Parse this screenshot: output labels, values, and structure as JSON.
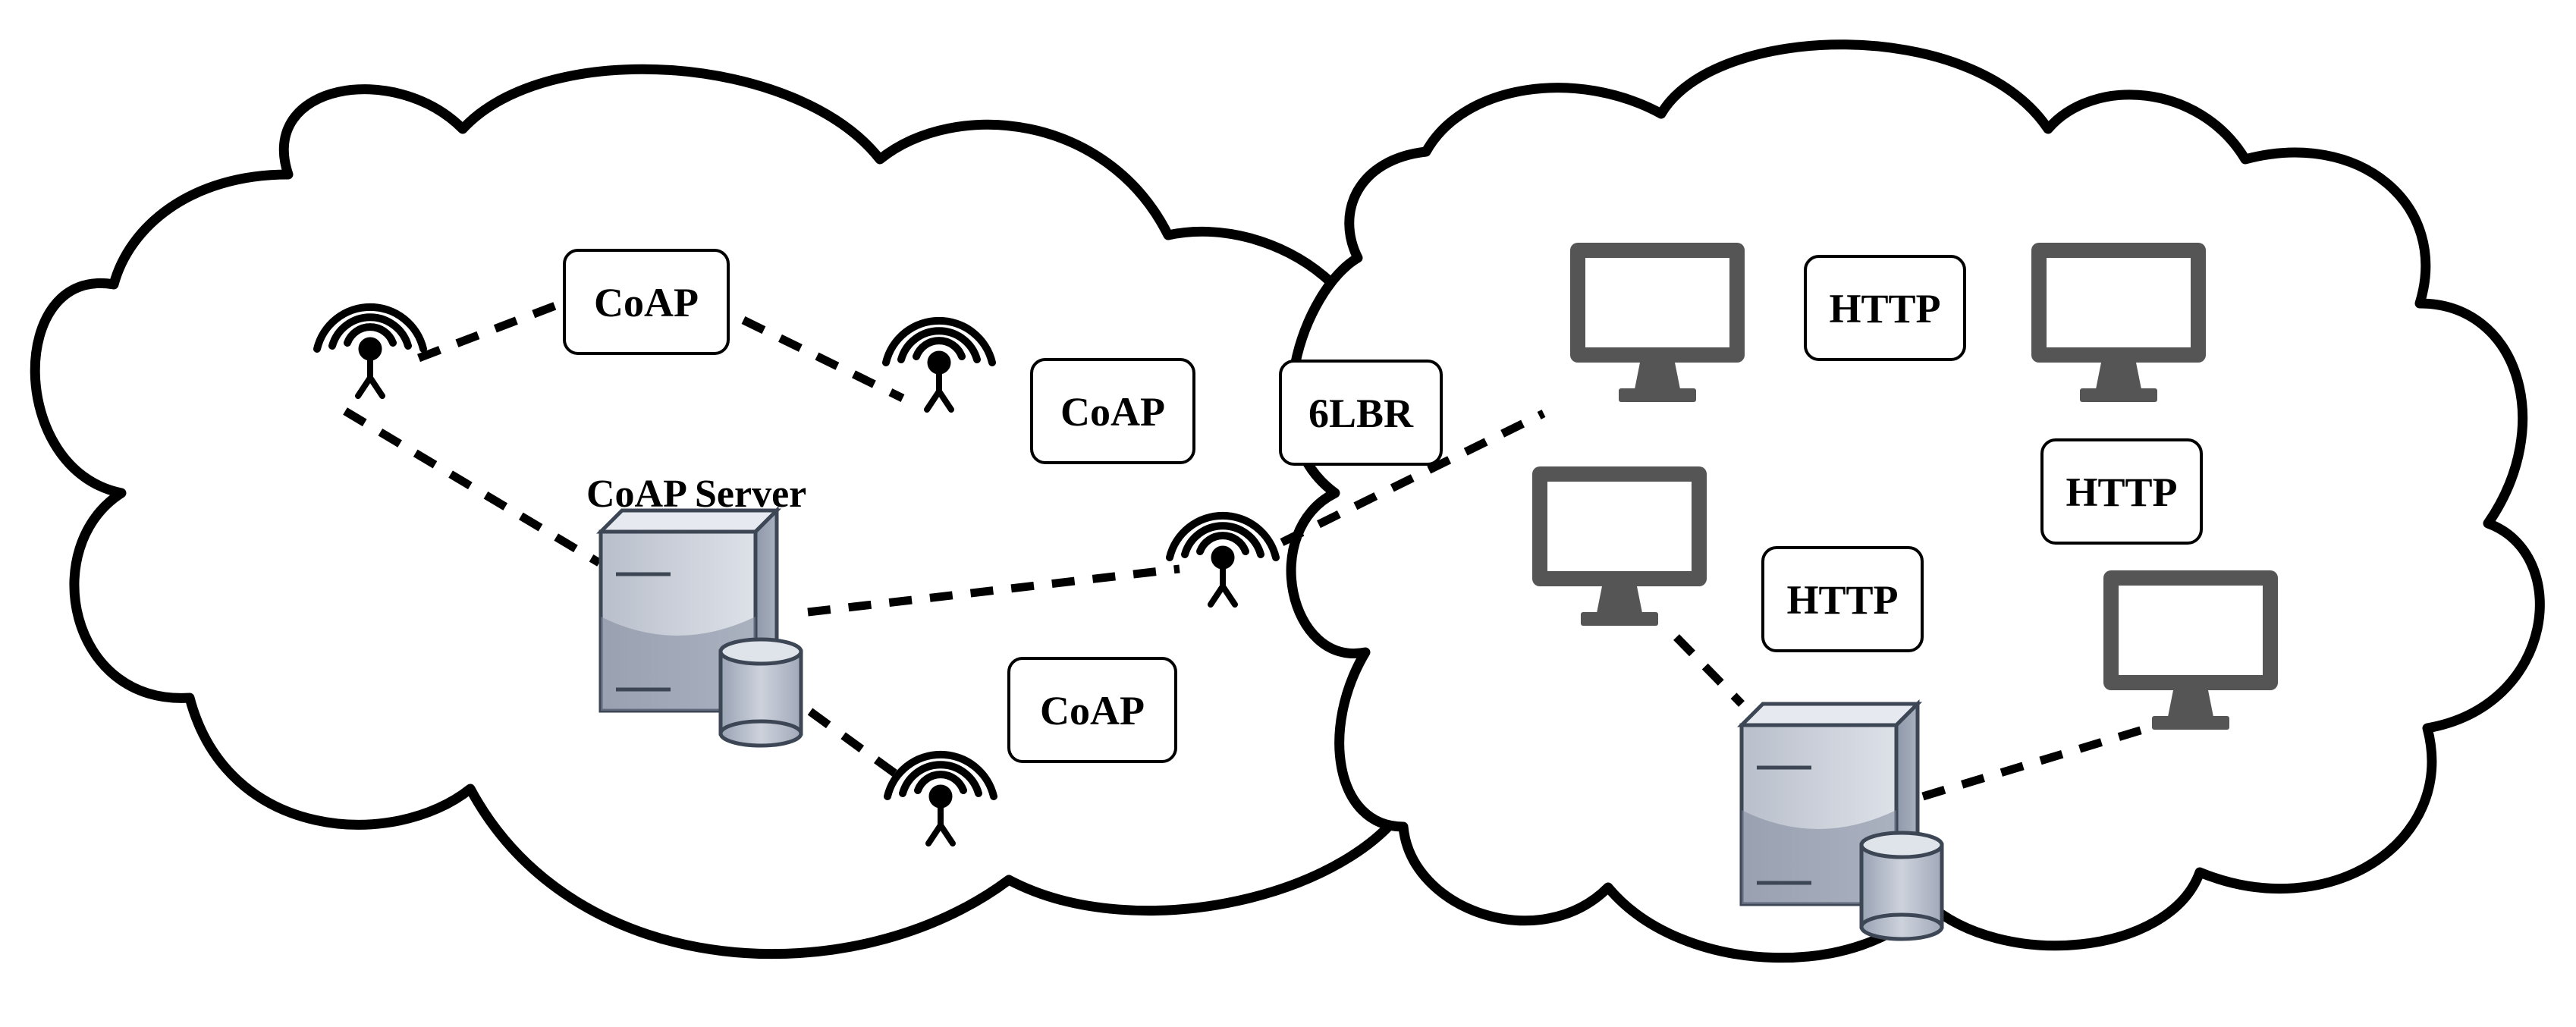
{
  "labels": {
    "coap_top": "CoAP",
    "coap_mid": "CoAP",
    "coap_bottom": "CoAP",
    "border_router": "6LBR",
    "coap_server": "CoAP Server",
    "http_top": "HTTP",
    "http_right": "HTTP",
    "http_center": "HTTP"
  },
  "icons": {
    "sensor": "antenna-icon",
    "monitor": "monitor-icon",
    "server": "server-icon"
  },
  "colors": {
    "outline": "#000000",
    "monitor": "#555555",
    "server_light": "#c9ced8",
    "server_dark": "#8a93a6"
  }
}
